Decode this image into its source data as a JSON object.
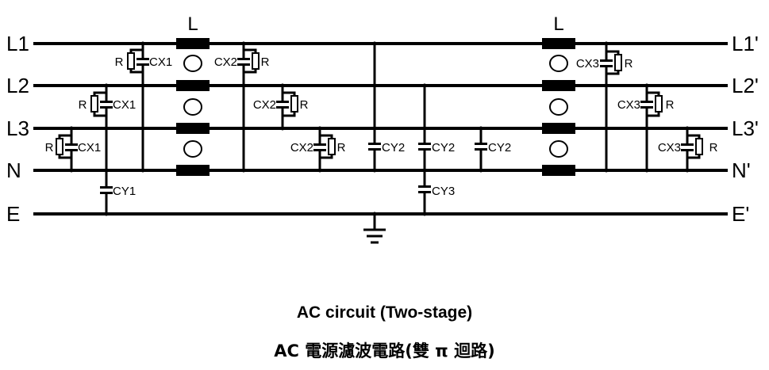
{
  "buses_left": [
    "L1",
    "L2",
    "L3",
    "N",
    "E"
  ],
  "buses_right": [
    "L1'",
    "L2'",
    "L3'",
    "N'",
    "E'"
  ],
  "inductor_label": "L",
  "resistor_label": "R",
  "capacitors": {
    "cx1": "CX1",
    "cx2": "CX2",
    "cx3": "CX3",
    "cy1": "CY1",
    "cy2": "CY2",
    "cy3": "CY3"
  },
  "caption_en": "AC circuit (Two-stage)",
  "caption_zh": "AC 電源濾波電路(雙 π 迴路)"
}
